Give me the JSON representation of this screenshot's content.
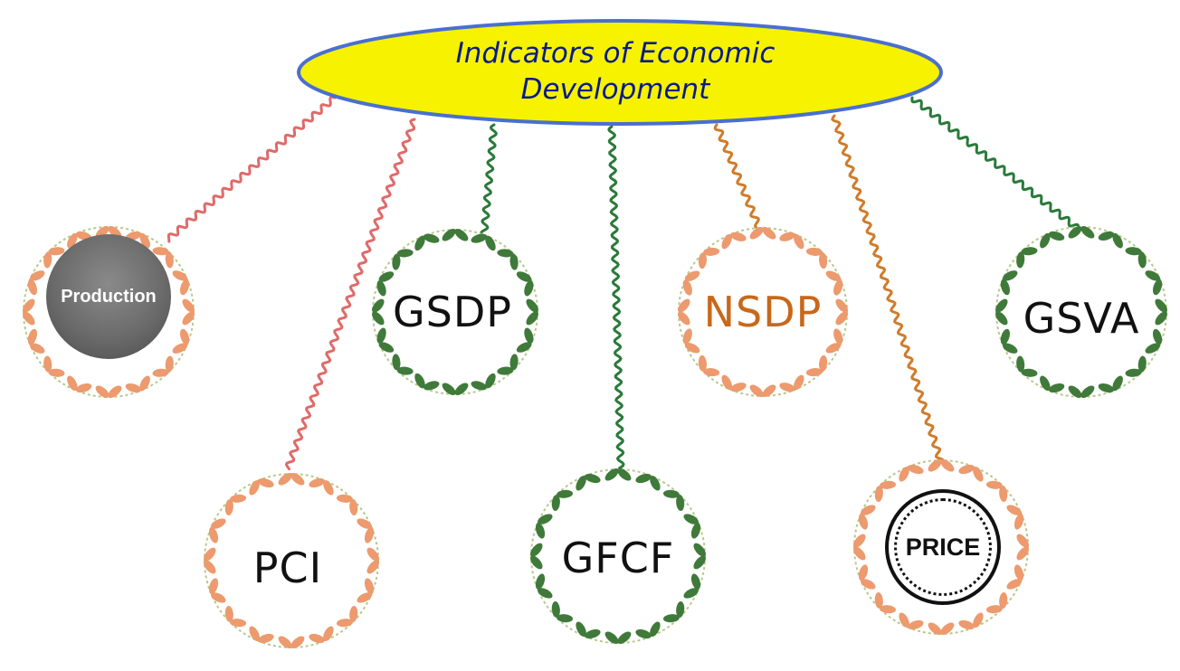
{
  "title": {
    "line1": "Indicators of Economic",
    "line2": "Development"
  },
  "colors": {
    "ellipse_fill": "#f6f200",
    "ellipse_border": "#4a6fd0",
    "title_text": "#0a1a8a",
    "salmon_leaf": "#ec9a6e",
    "green_leaf": "#3f7a3a",
    "red_connector": "#e06a6a",
    "green_connector": "#2a7a3a",
    "orange_connector": "#d07b2a"
  },
  "nodes": [
    {
      "id": "production",
      "label": "Production",
      "style": "badge-grey",
      "leaf": "salmon"
    },
    {
      "id": "pci",
      "label": "PCI",
      "style": "hand",
      "leaf": "salmon",
      "text_color": "#111111"
    },
    {
      "id": "gsdp",
      "label": "GSDP",
      "style": "hand",
      "leaf": "green",
      "text_color": "#111111"
    },
    {
      "id": "gfcf",
      "label": "GFCF",
      "style": "hand",
      "leaf": "green",
      "text_color": "#111111"
    },
    {
      "id": "nsdp",
      "label": "NSDP",
      "style": "hand",
      "leaf": "salmon",
      "text_color": "#c8681a"
    },
    {
      "id": "price",
      "label": "PRICE",
      "style": "badge-stamp",
      "leaf": "salmon"
    },
    {
      "id": "gsva",
      "label": "GSVA",
      "style": "hand",
      "leaf": "green",
      "text_color": "#111111"
    }
  ]
}
